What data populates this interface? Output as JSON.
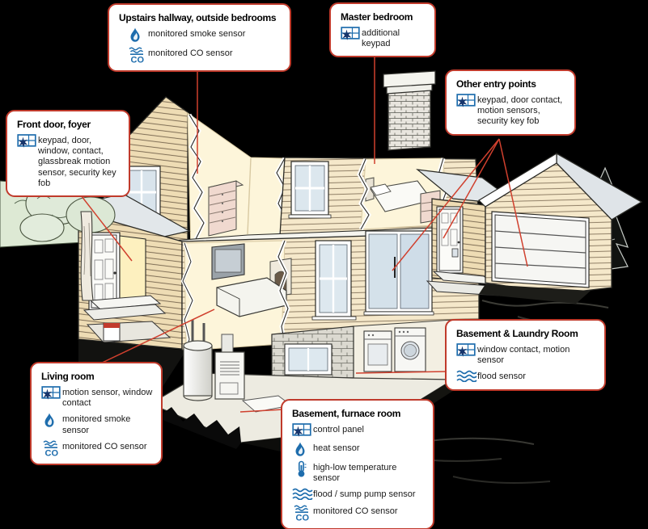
{
  "colors": {
    "background": "#000000",
    "callout_border": "#c03a2b",
    "leader_line": "#d0402e",
    "icon_blue": "#1e6dad",
    "icon_navy": "#17356b",
    "siding_cream": "#f5e8ca",
    "roof_gray": "#dde3e8",
    "interior_yellow": "#fdf5da"
  },
  "co_label": "CO",
  "callouts": [
    {
      "id": "upstairs-hallway",
      "title": "Upstairs hallway, outside bedrooms",
      "items": [
        {
          "icon": "smoke-sensor-icon",
          "text": "monitored smoke sensor"
        },
        {
          "icon": "co-sensor-icon",
          "text": "monitored CO sensor"
        }
      ]
    },
    {
      "id": "master-bedroom",
      "title": "Master bedroom",
      "items": [
        {
          "icon": "keypad-icon",
          "text": "additional keypad"
        }
      ]
    },
    {
      "id": "other-entry-points",
      "title": "Other entry points",
      "items": [
        {
          "icon": "keypad-icon",
          "text": "keypad, door contact, motion sensors, security key fob"
        }
      ]
    },
    {
      "id": "front-door-foyer",
      "title": "Front door, foyer",
      "items": [
        {
          "icon": "keypad-icon",
          "text": "keypad, door, window, contact, glassbreak motion sensor, security key fob"
        }
      ]
    },
    {
      "id": "living-room",
      "title": "Living room",
      "items": [
        {
          "icon": "keypad-icon",
          "text": "motion sensor, window contact"
        },
        {
          "icon": "smoke-sensor-icon",
          "text": "monitored smoke sensor"
        },
        {
          "icon": "co-sensor-icon",
          "text": "monitored CO sensor"
        }
      ]
    },
    {
      "id": "basement-laundry-room",
      "title": "Basement & Laundry Room",
      "items": [
        {
          "icon": "keypad-icon",
          "text": "window contact, motion sensor"
        },
        {
          "icon": "flood-sensor-icon",
          "text": "flood sensor"
        }
      ]
    },
    {
      "id": "basement-furnace-room",
      "title": "Basement, furnace room",
      "items": [
        {
          "icon": "keypad-icon",
          "text": "control panel"
        },
        {
          "icon": "heat-sensor-icon",
          "text": "heat sensor"
        },
        {
          "icon": "temperature-sensor-icon",
          "text": "high-low temperature sensor"
        },
        {
          "icon": "flood-sensor-icon",
          "text": "flood / sump pump sensor"
        },
        {
          "icon": "co-sensor-icon",
          "text": "monitored CO sensor"
        }
      ]
    }
  ]
}
